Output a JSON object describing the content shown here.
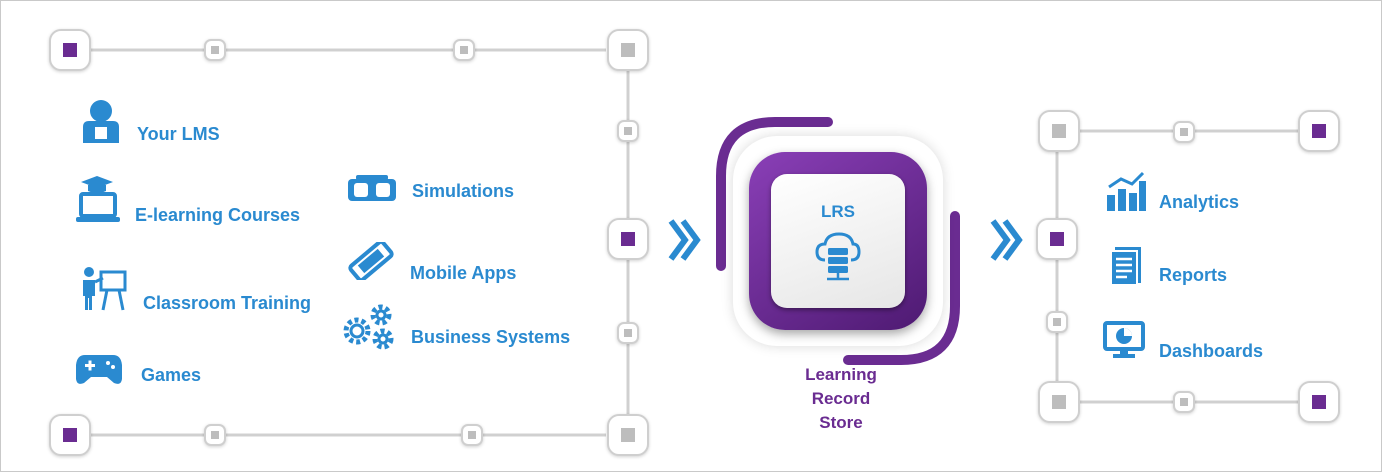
{
  "sources_col1": [
    {
      "label": "Your LMS",
      "icon": "user-icon"
    },
    {
      "label": "E-learning Courses",
      "icon": "laptop-graduation-icon"
    },
    {
      "label": "Classroom Training",
      "icon": "presenter-icon"
    },
    {
      "label": "Games",
      "icon": "gamepad-icon"
    }
  ],
  "sources_col2": [
    {
      "label": "Simulations",
      "icon": "vr-headset-icon"
    },
    {
      "label": "Mobile Apps",
      "icon": "mobile-phone-icon"
    },
    {
      "label": "Business Systems",
      "icon": "gears-icon"
    }
  ],
  "lrs": {
    "badge": "LRS",
    "icon": "cloud-server-icon",
    "caption": [
      "Learning",
      "Record",
      "Store"
    ]
  },
  "outputs": [
    {
      "label": "Analytics",
      "icon": "bar-chart-icon"
    },
    {
      "label": "Reports",
      "icon": "document-icon"
    },
    {
      "label": "Dashboards",
      "icon": "monitor-pie-icon"
    }
  ],
  "colors": {
    "blue": "#2a8ad0",
    "purple": "#6a2c91",
    "grey": "#cfcfcf"
  }
}
